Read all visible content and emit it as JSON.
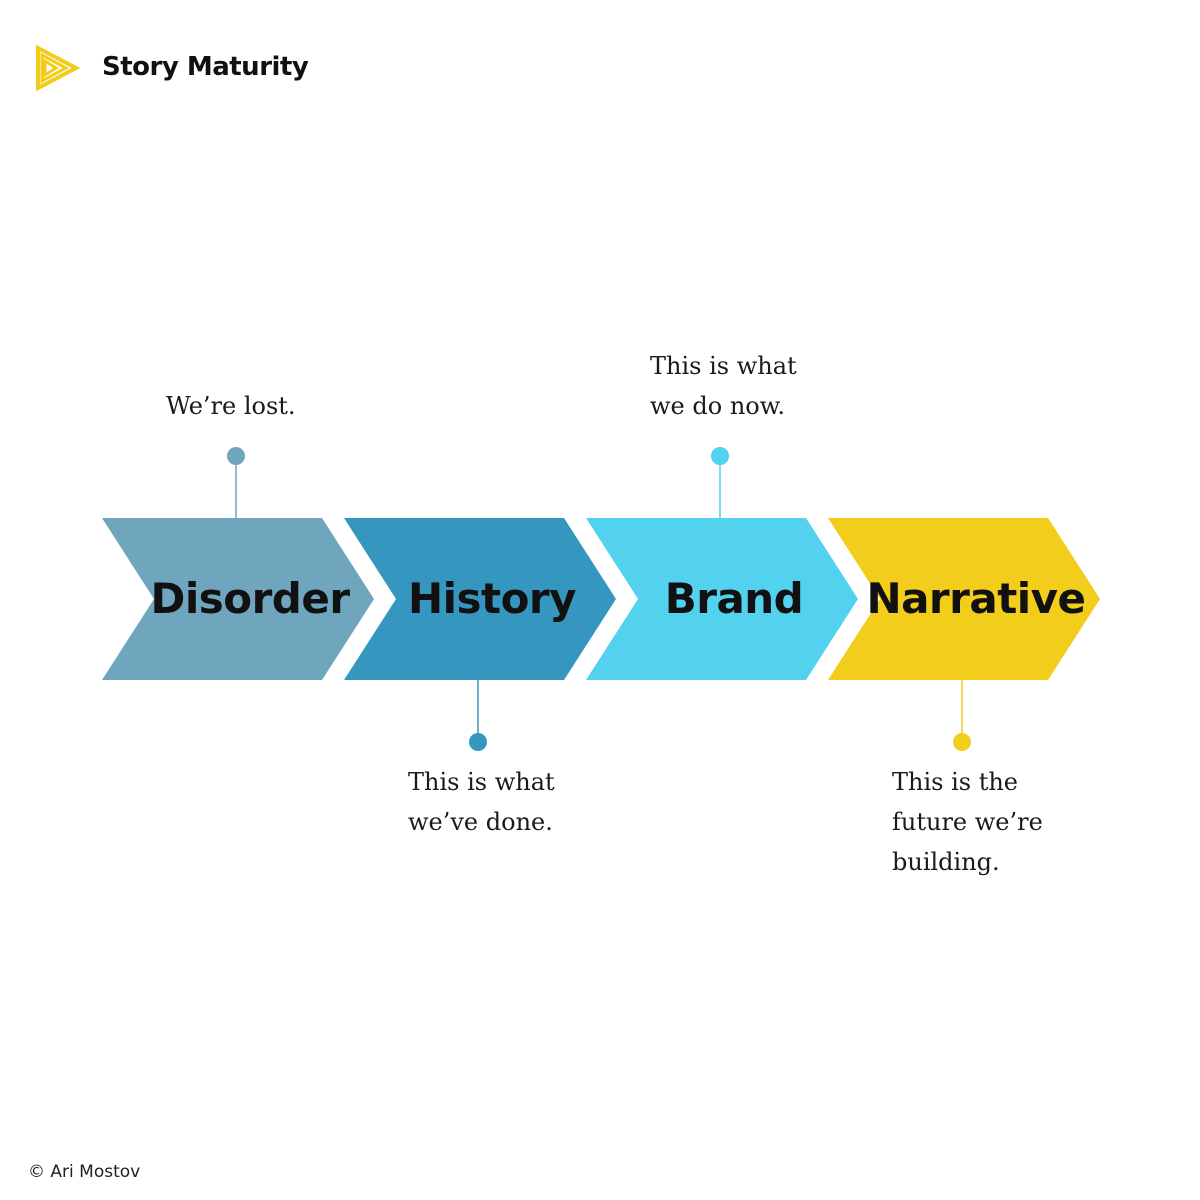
{
  "header": {
    "title": "Story Maturity",
    "logo_icon": "play-triangle-logo",
    "logo_color": "#f2cc1a"
  },
  "steps": [
    {
      "label": "Disorder",
      "color": "#6fa6be",
      "callout_lines": [
        "We’re lost."
      ],
      "callout_position": "above"
    },
    {
      "label": "History",
      "color": "#3597bf",
      "callout_lines": [
        "This is what",
        "we’ve done."
      ],
      "callout_position": "below"
    },
    {
      "label": "Brand",
      "color": "#53d2f0",
      "callout_lines": [
        "This is what",
        "we do now."
      ],
      "callout_position": "above"
    },
    {
      "label": "Narrative",
      "color": "#f2cd1b",
      "callout_lines": [
        "This is the",
        "future we’re",
        "building."
      ],
      "callout_position": "below"
    }
  ],
  "footer": {
    "credit": "© Ari Mostov"
  }
}
